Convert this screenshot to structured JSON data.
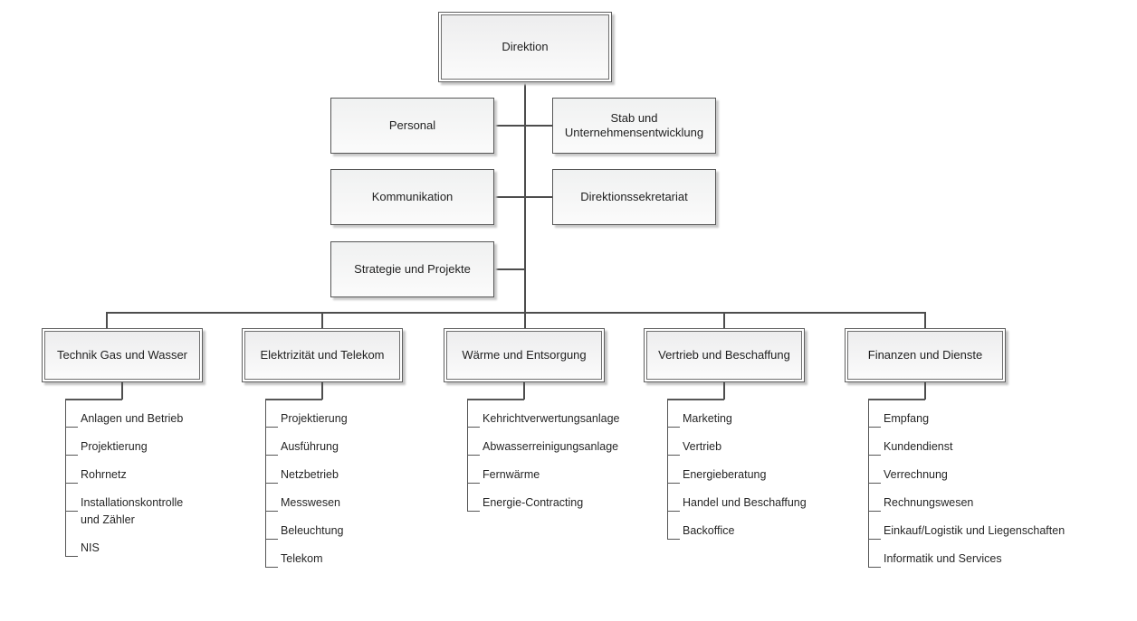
{
  "root": {
    "label": "Direktion"
  },
  "staff_boxes": [
    {
      "label": "Personal"
    },
    {
      "label": "Stab und Unternehmensentwicklung"
    },
    {
      "label": "Kommunikation"
    },
    {
      "label": "Direktionssekretariat"
    },
    {
      "label": "Strategie und Projekte"
    }
  ],
  "departments": [
    {
      "label": "Technik Gas und Wasser",
      "units": [
        "Anlagen und Betrieb",
        "Projektierung",
        "Rohrnetz",
        "Installationskontrolle\nund Zähler",
        "NIS"
      ]
    },
    {
      "label": "Elektrizität und Telekom",
      "units": [
        "Projektierung",
        "Ausführung",
        "Netzbetrieb",
        "Messwesen",
        "Beleuchtung",
        "Telekom"
      ]
    },
    {
      "label": "Wärme und Entsorgung",
      "units": [
        "Kehrichtverwertungsanlage",
        "Abwasserreinigungsanlage",
        "Fernwärme",
        "Energie-Contracting"
      ]
    },
    {
      "label": "Vertrieb und Beschaffung",
      "units": [
        "Marketing",
        "Vertrieb",
        "Energieberatung",
        "Handel und Beschaffung",
        "Backoffice"
      ]
    },
    {
      "label": "Finanzen und Dienste",
      "units": [
        "Empfang",
        "Kundendienst",
        "Verrechnung",
        "Rechnungswesen",
        "Einkauf/Logistik und Liegenschaften",
        "Informatik und Services"
      ]
    }
  ],
  "colors": {
    "line": "#4d4d4d",
    "box_border": "#5f5f5f",
    "box_fill_top": "#ededee",
    "box_fill_bottom": "#fbfbfb",
    "shadow": "#c4c4c4",
    "text": "#1f1f1f"
  }
}
